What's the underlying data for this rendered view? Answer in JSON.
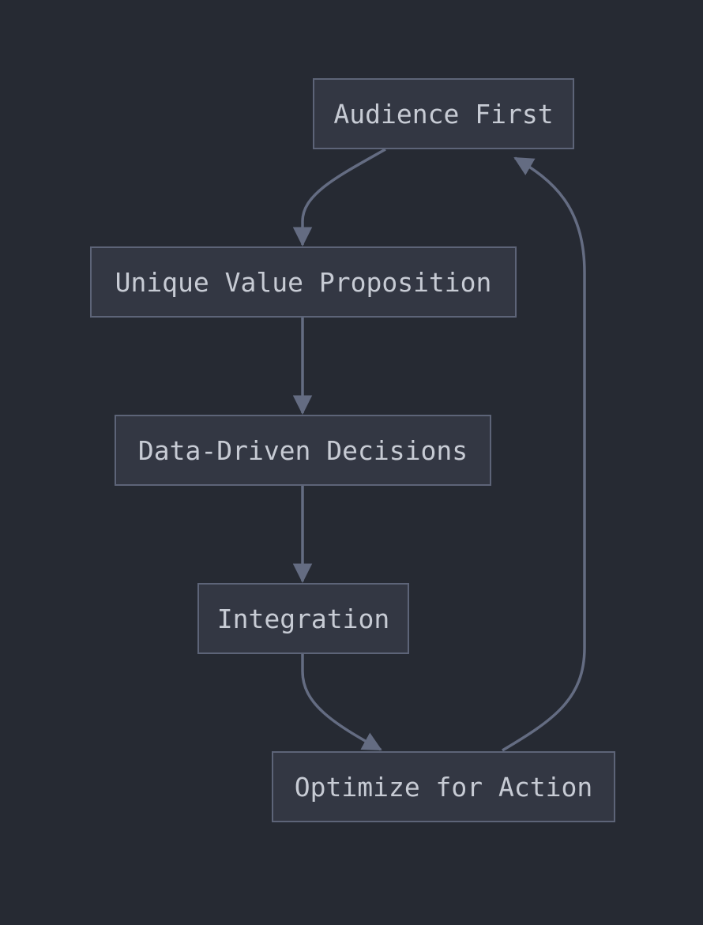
{
  "diagram": {
    "type": "flowchart",
    "nodes": [
      {
        "id": "audience",
        "label": "Audience First"
      },
      {
        "id": "uvp",
        "label": "Unique Value Proposition"
      },
      {
        "id": "data",
        "label": "Data-Driven Decisions"
      },
      {
        "id": "integ",
        "label": "Integration"
      },
      {
        "id": "optim",
        "label": "Optimize for Action"
      }
    ],
    "edges": [
      {
        "from": "audience",
        "to": "uvp"
      },
      {
        "from": "uvp",
        "to": "data"
      },
      {
        "from": "data",
        "to": "integ"
      },
      {
        "from": "integ",
        "to": "optim"
      },
      {
        "from": "optim",
        "to": "audience"
      }
    ],
    "colors": {
      "background": "#262a33",
      "node_fill": "#333743",
      "node_border": "#5d6478",
      "edge": "#646c82",
      "text": "#c7cbd4"
    }
  }
}
